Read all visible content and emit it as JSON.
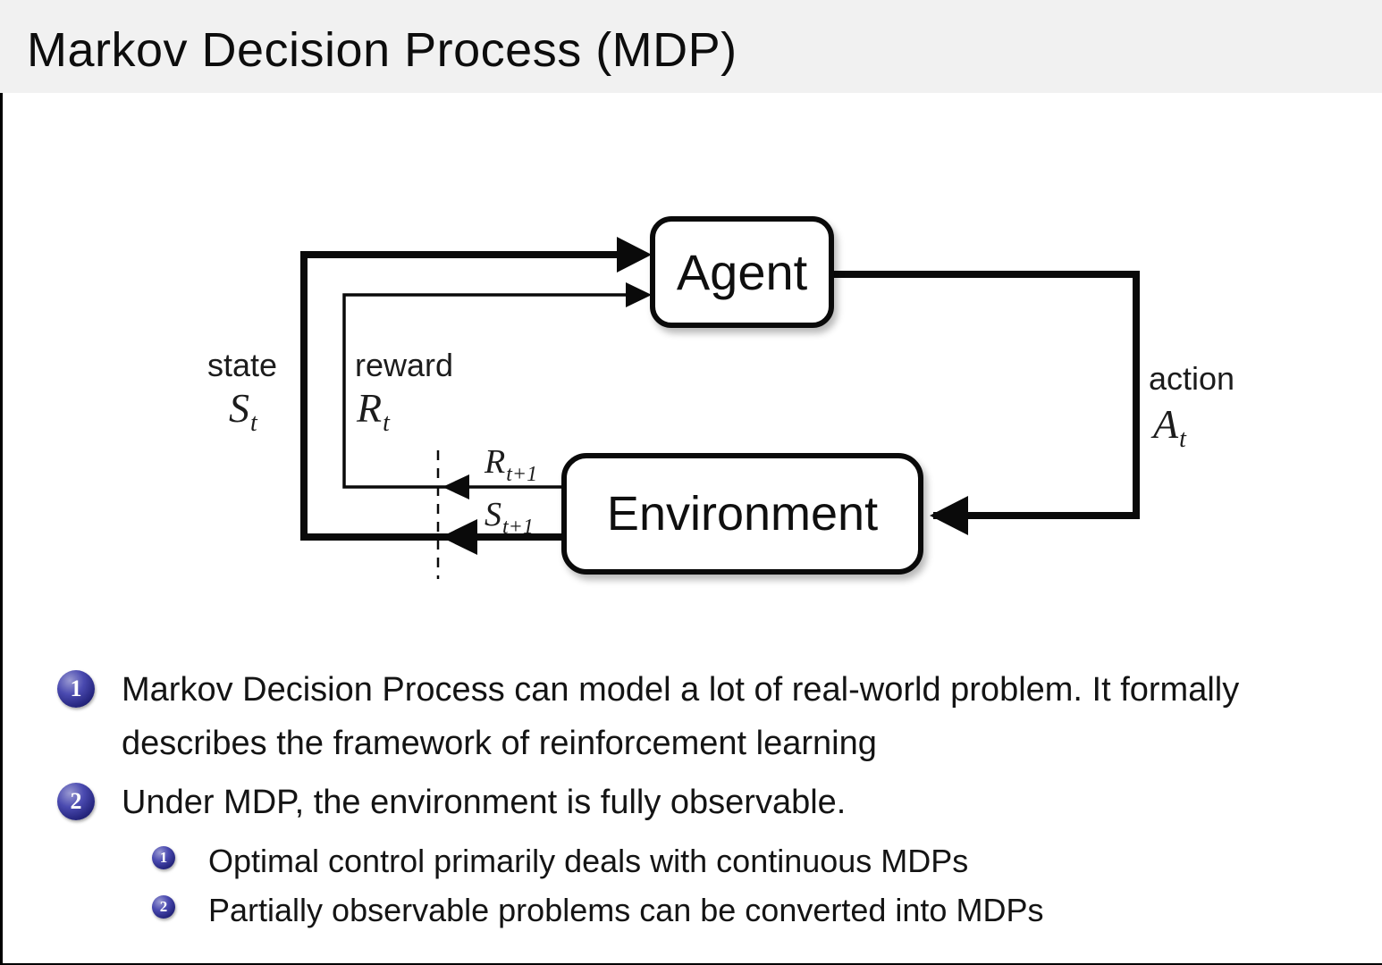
{
  "header": {
    "title": "Markov Decision Process (MDP)"
  },
  "diagram": {
    "agent": "Agent",
    "environment": "Environment",
    "state": {
      "label": "state",
      "sym": "S",
      "sub": "t"
    },
    "reward": {
      "label": "reward",
      "sym": "R",
      "sub": "t"
    },
    "action": {
      "label": "action",
      "sym": "A",
      "sub": "t"
    },
    "next_reward": {
      "sym": "R",
      "sub": "t+1"
    },
    "next_state": {
      "sym": "S",
      "sub": "t+1"
    }
  },
  "bullets": [
    {
      "num": "1",
      "text": "Markov Decision Process can model a lot of real-world problem. It formally describes the framework of reinforcement learning"
    },
    {
      "num": "2",
      "text": "Under MDP, the environment is fully observable.",
      "children": [
        {
          "num": "1",
          "text": "Optimal control primarily deals with continuous MDPs"
        },
        {
          "num": "2",
          "text": "Partially observable problems can be converted into MDPs"
        }
      ]
    }
  ],
  "colors": {
    "header_bg": "#f1f1f1",
    "ball": "#26267f",
    "line": "#0a0a0a"
  }
}
